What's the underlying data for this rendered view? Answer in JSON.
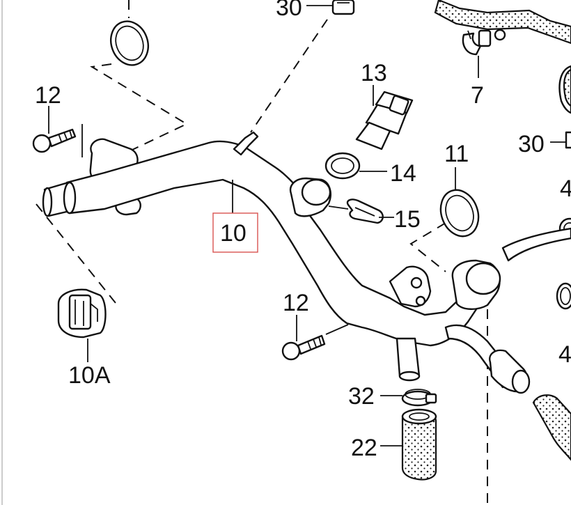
{
  "callouts": {
    "c30_top": "30",
    "c7": "7",
    "c12_left": "12",
    "c13": "13",
    "c30_right": "30",
    "c11": "11",
    "c14": "14",
    "c15": "15",
    "c10": "10",
    "c4_upper": "4",
    "c12_mid": "12",
    "c10A": "10A",
    "c32": "32",
    "c22": "22",
    "c4_lower": "4"
  },
  "highlight_color": "#d9534f"
}
